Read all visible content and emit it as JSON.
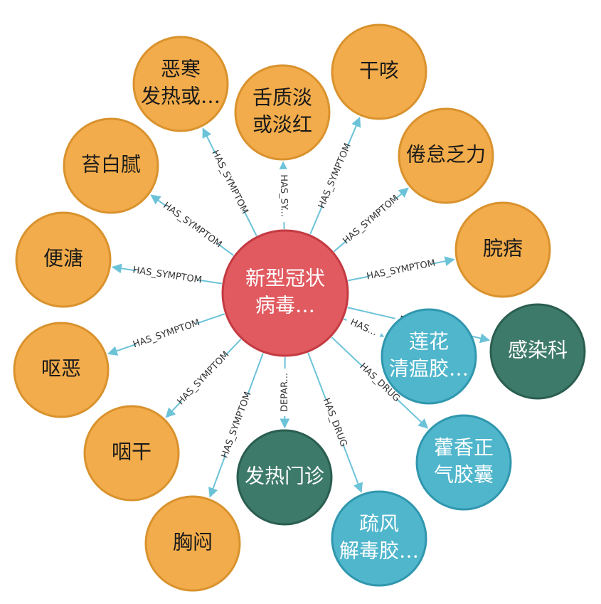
{
  "colors": {
    "center": "#e05a5f",
    "center_stroke": "#c43a42",
    "symptom": "#f2ac4b",
    "symptom_stroke": "#d9922d",
    "drug": "#4fb6cc",
    "drug_stroke": "#3097ae",
    "department": "#3e7a69",
    "department_stroke": "#2a5e50",
    "edge": "#6cc3d8"
  },
  "center": {
    "id": "covid",
    "label": [
      "新型冠状",
      "病毒…"
    ]
  },
  "nodes": [
    {
      "id": "eshanfare",
      "type": "symptom",
      "label": [
        "恶寒",
        "发热或…"
      ]
    },
    {
      "id": "shezhi",
      "type": "symptom",
      "label": [
        "舌质淡",
        "或淡红"
      ]
    },
    {
      "id": "ganke",
      "type": "symptom",
      "label": [
        "干咳"
      ]
    },
    {
      "id": "taibaini",
      "type": "symptom",
      "label": [
        "苔白腻"
      ]
    },
    {
      "id": "juandai",
      "type": "symptom",
      "label": [
        "倦怠乏力"
      ]
    },
    {
      "id": "bianyu",
      "type": "symptom",
      "label": [
        "便溏"
      ]
    },
    {
      "id": "wanpi",
      "type": "symptom",
      "label": [
        "脘痞"
      ]
    },
    {
      "id": "oue",
      "type": "symptom",
      "label": [
        "呕恶"
      ]
    },
    {
      "id": "yangan",
      "type": "symptom",
      "label": [
        "咽干"
      ]
    },
    {
      "id": "xiongmen",
      "type": "symptom",
      "label": [
        "胸闷"
      ]
    },
    {
      "id": "lianhua",
      "type": "drug",
      "label": [
        "莲花",
        "清瘟胶…"
      ]
    },
    {
      "id": "huoxiang",
      "type": "drug",
      "label": [
        "藿香正",
        "气胶囊"
      ]
    },
    {
      "id": "shufeng",
      "type": "drug",
      "label": [
        "疏风",
        "解毒胶…"
      ]
    },
    {
      "id": "ganranke",
      "type": "department",
      "label": [
        "感染科"
      ]
    },
    {
      "id": "farementzhen",
      "type": "department",
      "label": [
        "发热门诊"
      ]
    }
  ],
  "edges": [
    {
      "from": "covid",
      "to": "eshanfare",
      "label": "HAS_SYMPTOM"
    },
    {
      "from": "covid",
      "to": "shezhi",
      "label": "HAS_SY..."
    },
    {
      "from": "covid",
      "to": "ganke",
      "label": "HAS_SYMPTOM"
    },
    {
      "from": "covid",
      "to": "taibaini",
      "label": "HAS_SYMPTOM"
    },
    {
      "from": "covid",
      "to": "juandai",
      "label": "HAS_SYMPTOM"
    },
    {
      "from": "covid",
      "to": "bianyu",
      "label": "HAS_SYMPTOM"
    },
    {
      "from": "covid",
      "to": "wanpi",
      "label": "HAS_SYMPTOM"
    },
    {
      "from": "covid",
      "to": "oue",
      "label": "HAS_SYMPTOM"
    },
    {
      "from": "covid",
      "to": "yangan",
      "label": "HAS_SYMPTOM"
    },
    {
      "from": "covid",
      "to": "xiongmen",
      "label": "HAS_SYMPTOM"
    },
    {
      "from": "covid",
      "to": "lianhua",
      "label": "HAS..."
    },
    {
      "from": "covid",
      "to": "huoxiang",
      "label": "HAS_DRUG"
    },
    {
      "from": "covid",
      "to": "shufeng",
      "label": "HAS_DRUG"
    },
    {
      "from": "covid",
      "to": "farementzhen",
      "label": "DEPAR..."
    },
    {
      "from": "covid",
      "to": "ganranke",
      "label": "DEPAR..."
    }
  ]
}
